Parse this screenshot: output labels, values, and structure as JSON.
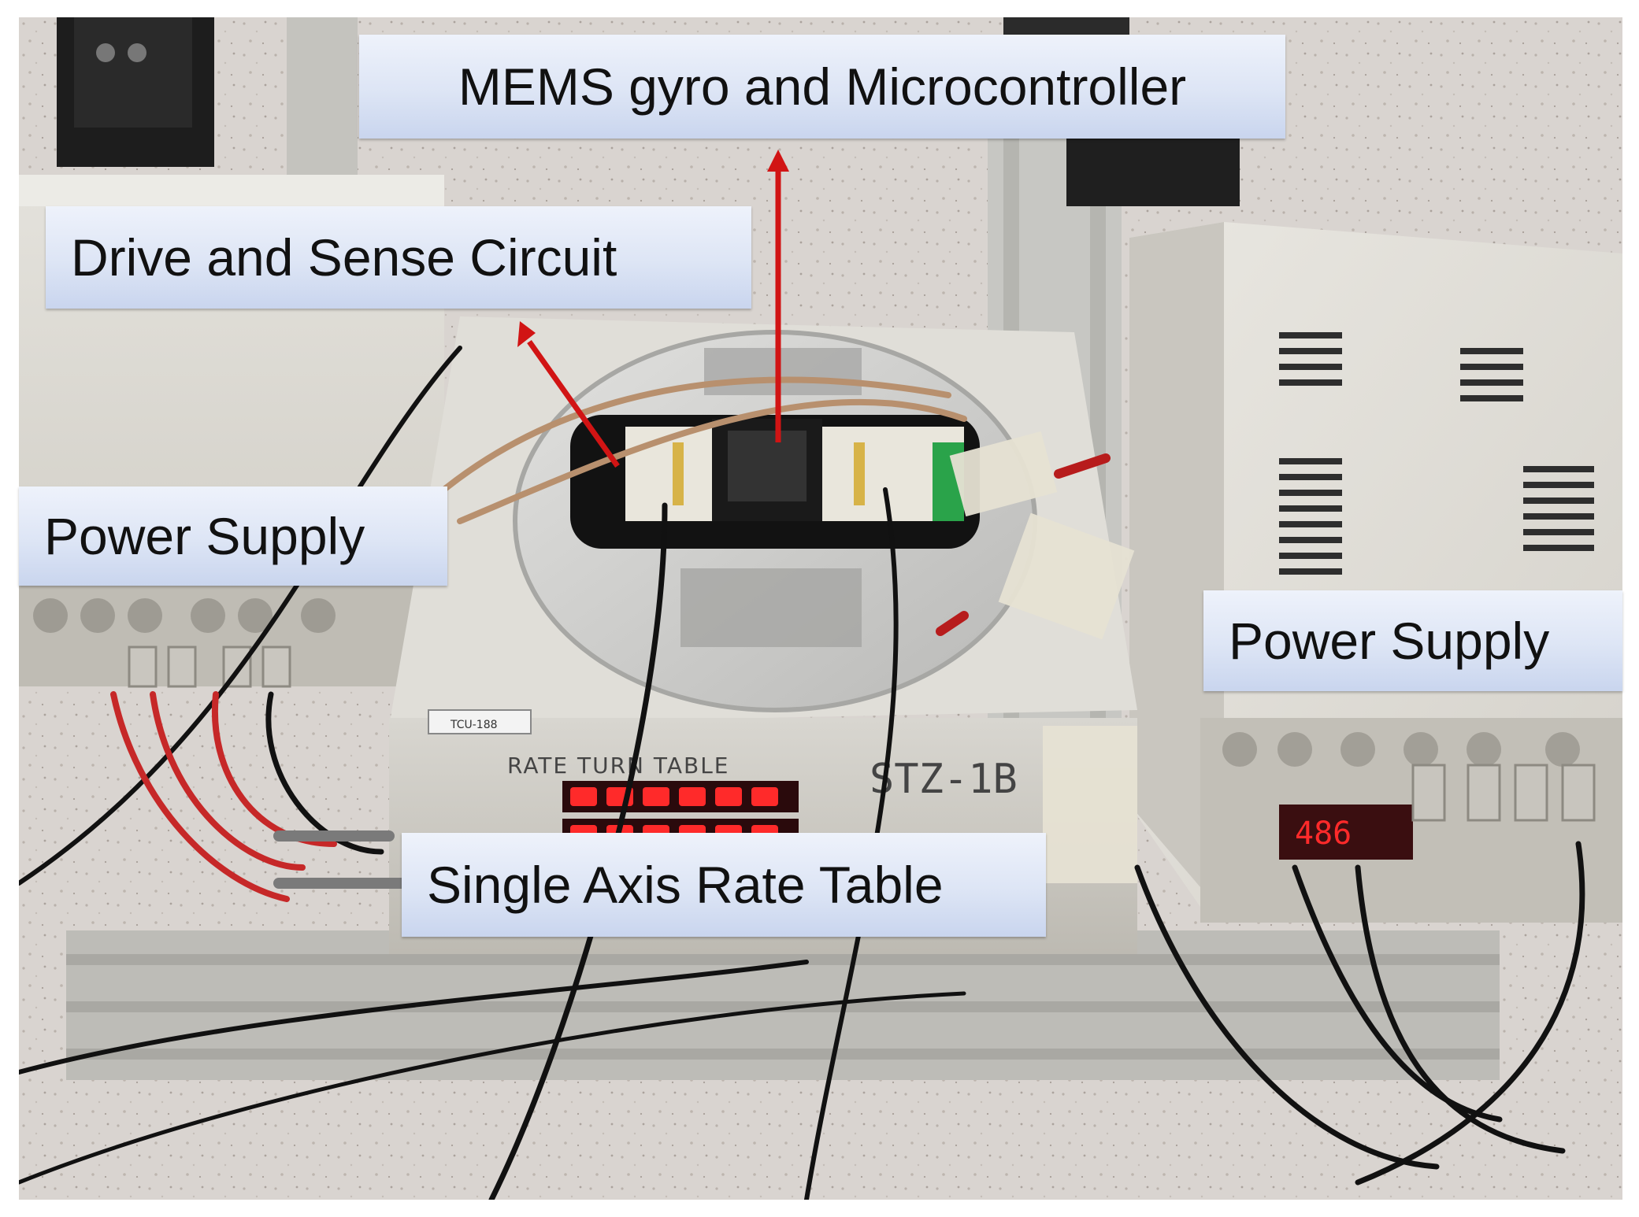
{
  "labels": {
    "mems": "MEMS gyro and Microcontroller",
    "drive": "Drive and Sense Circuit",
    "power_left": "Power Supply",
    "power_right": "Power Supply",
    "rate_table": "Single Axis Rate Table"
  },
  "device_text": {
    "table_title": "RATE TURN TABLE",
    "model": "STZ-1B",
    "tag": "TCU-188",
    "readout": "486"
  },
  "colors": {
    "label_bg": "#dde5f5",
    "arrow": "#d11414",
    "led": "#ff2a2a"
  }
}
